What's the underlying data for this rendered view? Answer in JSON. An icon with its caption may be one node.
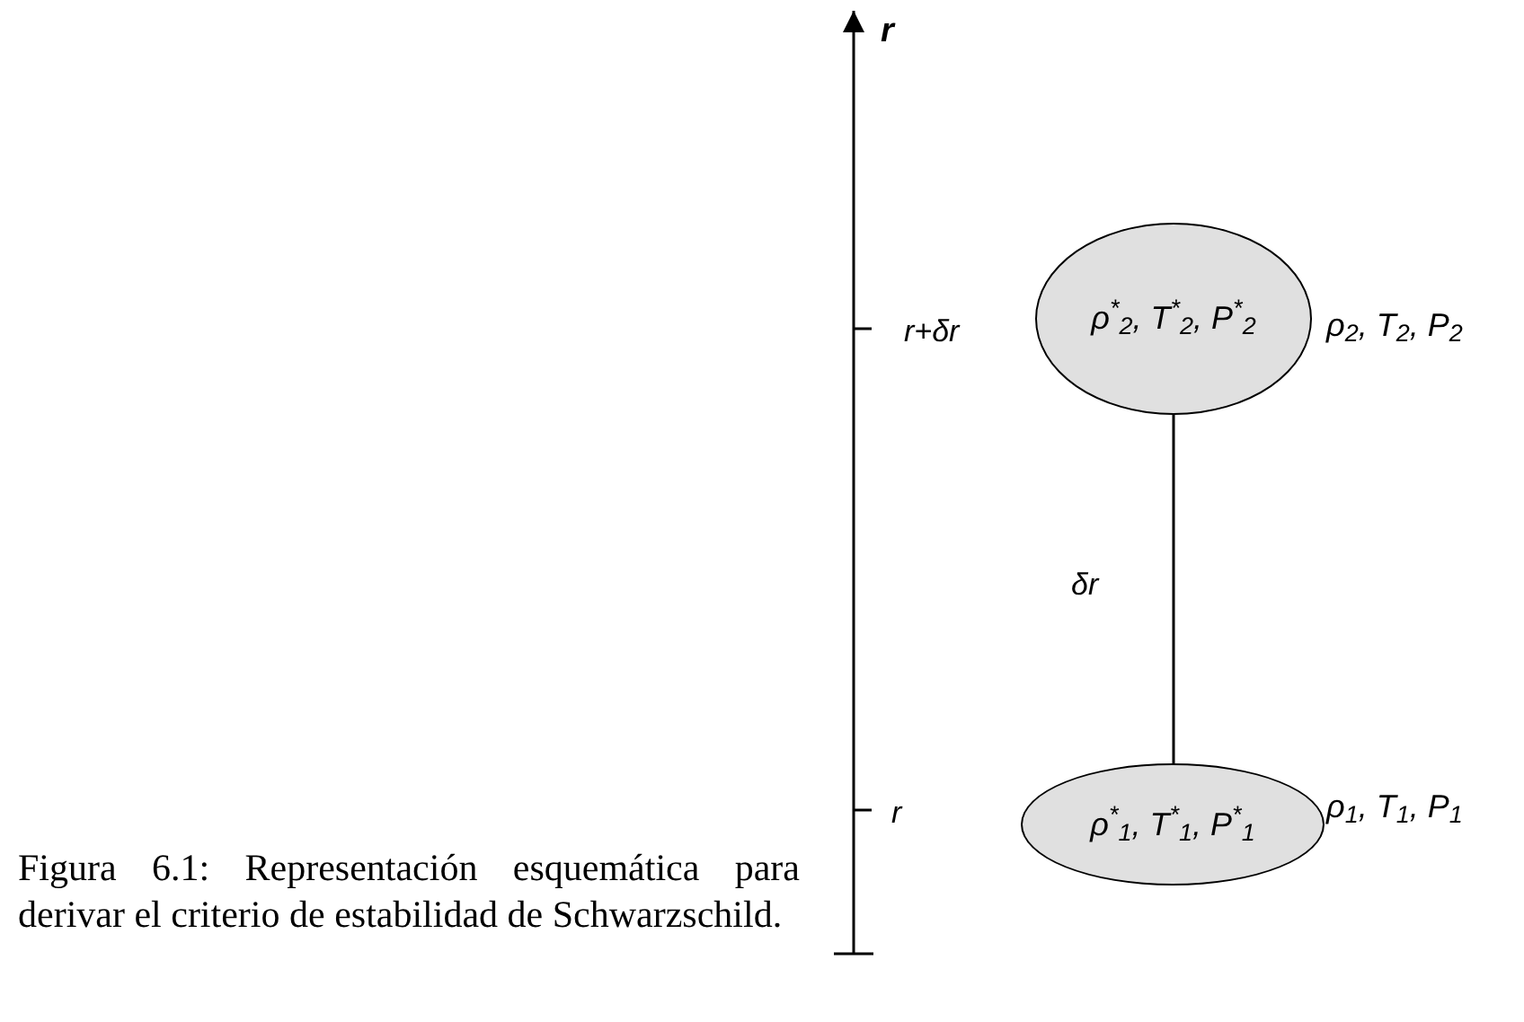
{
  "diagram": {
    "caption": "Figura 6.1: Representación esquemática para derivar el criterio de estabilidad de Schwarzschild.",
    "nodes": [
      {
        "text": [
          "ρ$^{*}$$_{2}$, T$^{*}$$_{2}$, P$^{*}$$_{2}$"
        ],
        "beside": [
          "ρ$_{2}$, T$_{2}$, P$_{2}$"
        ]
      },
      {
        "text": [
          "ρ$^{*}$$_{1}$, T$^{*}$$_{1}$, P$^{*}$$_{1}$"
        ],
        "beside": [
          "ρ$_{1}$, T$_{1}$, P$_{1}$"
        ]
      }
    ],
    "edges": [
      {
        "from": 0,
        "to": 1,
        "arrow": "none",
        "label": "δr"
      }
    ],
    "labels": [
      "r",
      "r+δr",
      "r"
    ]
  }
}
